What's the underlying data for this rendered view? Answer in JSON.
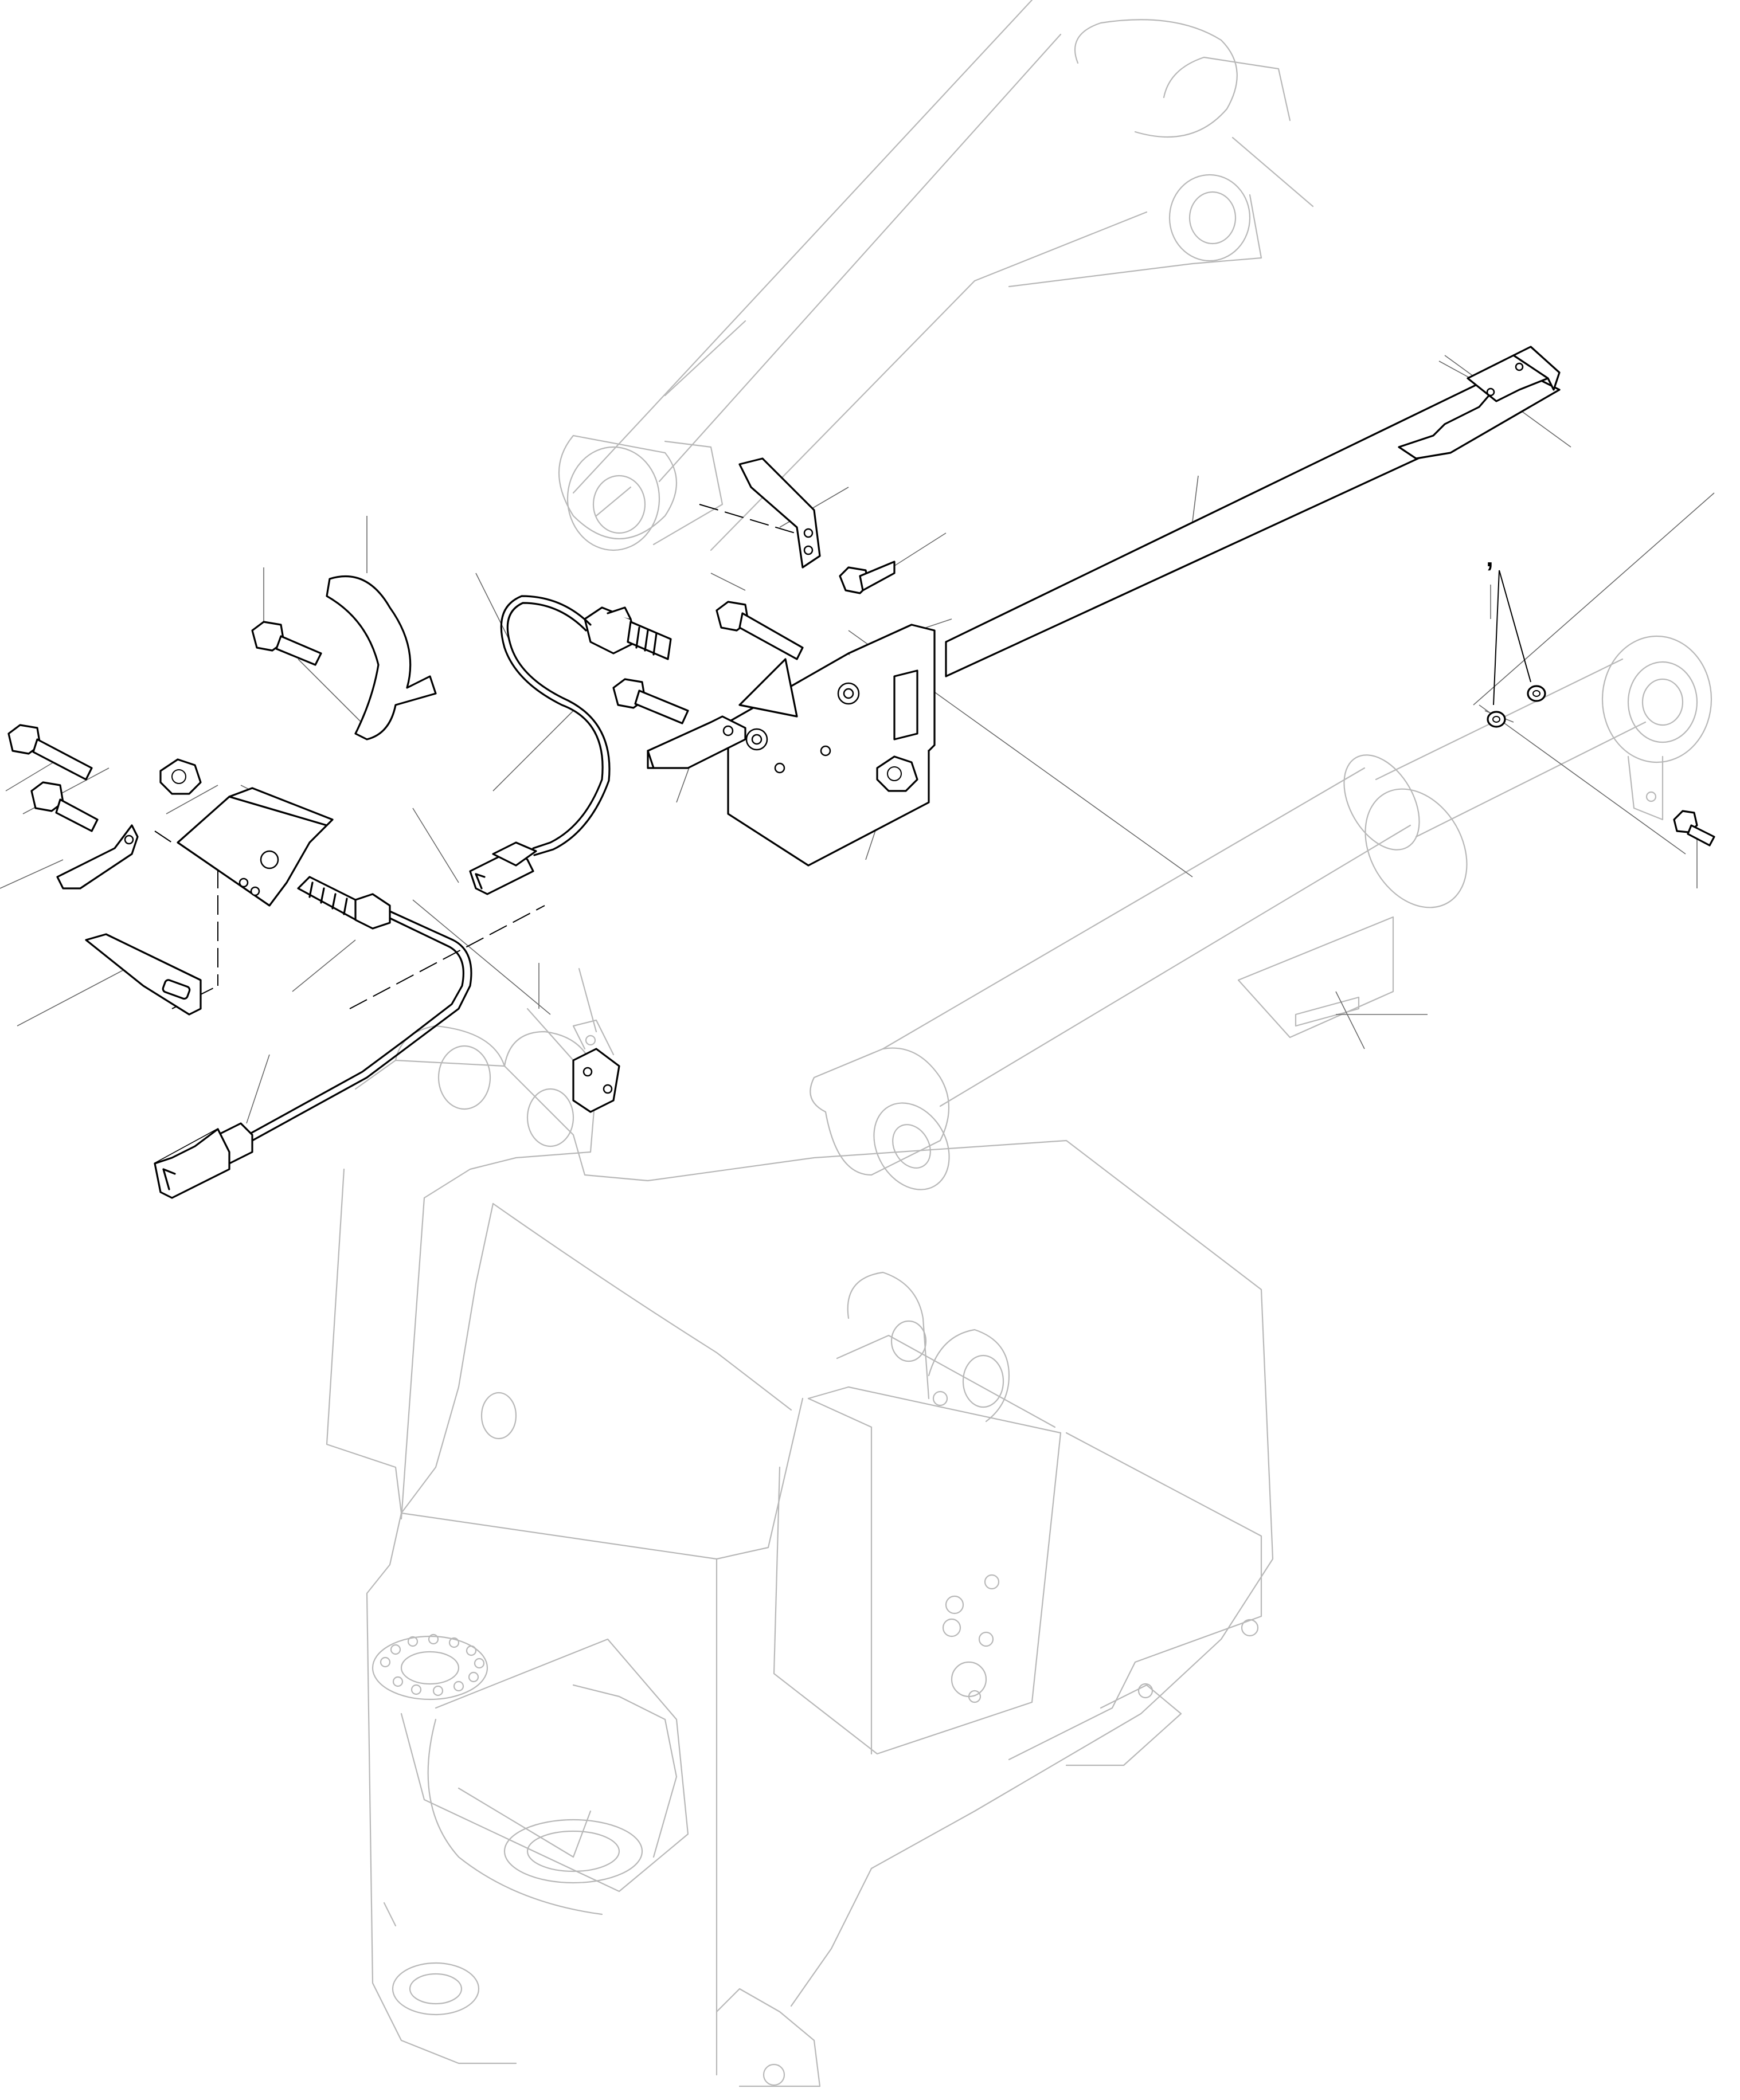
{
  "drawing": {
    "type": "exploded parts diagram",
    "line_color": "#000000",
    "ghost_color": "#b8b8b8",
    "background": "#ffffff",
    "callout_mark": ","
  },
  "parts": [
    {
      "name": "flange-bolt"
    },
    {
      "name": "curved-clip"
    },
    {
      "name": "spark-plug-sensor-with-cable"
    },
    {
      "name": "connector-plug"
    },
    {
      "name": "mounting-bracket"
    },
    {
      "name": "long-rail"
    },
    {
      "name": "hex-nut"
    },
    {
      "name": "washers"
    },
    {
      "name": "sensor-rod-with-cable"
    },
    {
      "name": "angle-plate"
    },
    {
      "name": "terminal-tab"
    },
    {
      "name": "pointer-plate"
    }
  ]
}
